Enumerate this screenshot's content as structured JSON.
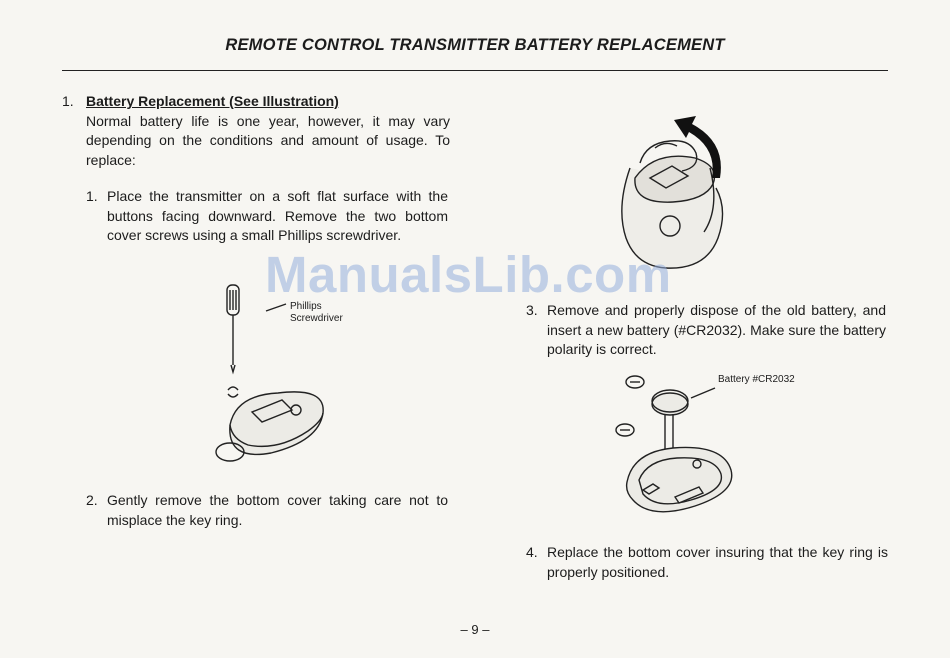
{
  "header": {
    "title": "REMOTE CONTROL TRANSMITTER BATTERY REPLACEMENT"
  },
  "section": {
    "number": "1.",
    "title": "Battery Replacement (See Illustration)",
    "intro": "Normal battery life is one year, however, it may vary depending on the conditions and amount of usage. To replace:"
  },
  "steps": [
    {
      "num": "1.",
      "text": "Place the transmitter on a soft flat surface with the buttons facing downward. Remove the two bottom cover screws using a small Phillips screwdriver."
    },
    {
      "num": "2.",
      "text": "Gently remove the bottom cover taking care not to misplace the key ring."
    },
    {
      "num": "3.",
      "text": "Remove and properly dispose of the old battery, and insert a new battery (#CR2032). Make sure the battery polarity is correct."
    },
    {
      "num": "4.",
      "text": "Replace the bottom cover insuring that the key ring is properly positioned."
    }
  ],
  "labels": {
    "screwdriver": "Phillips\nScrewdriver",
    "battery": "Battery #CR2032"
  },
  "watermark": "ManualsLib.com",
  "page_number": "– 9 –"
}
